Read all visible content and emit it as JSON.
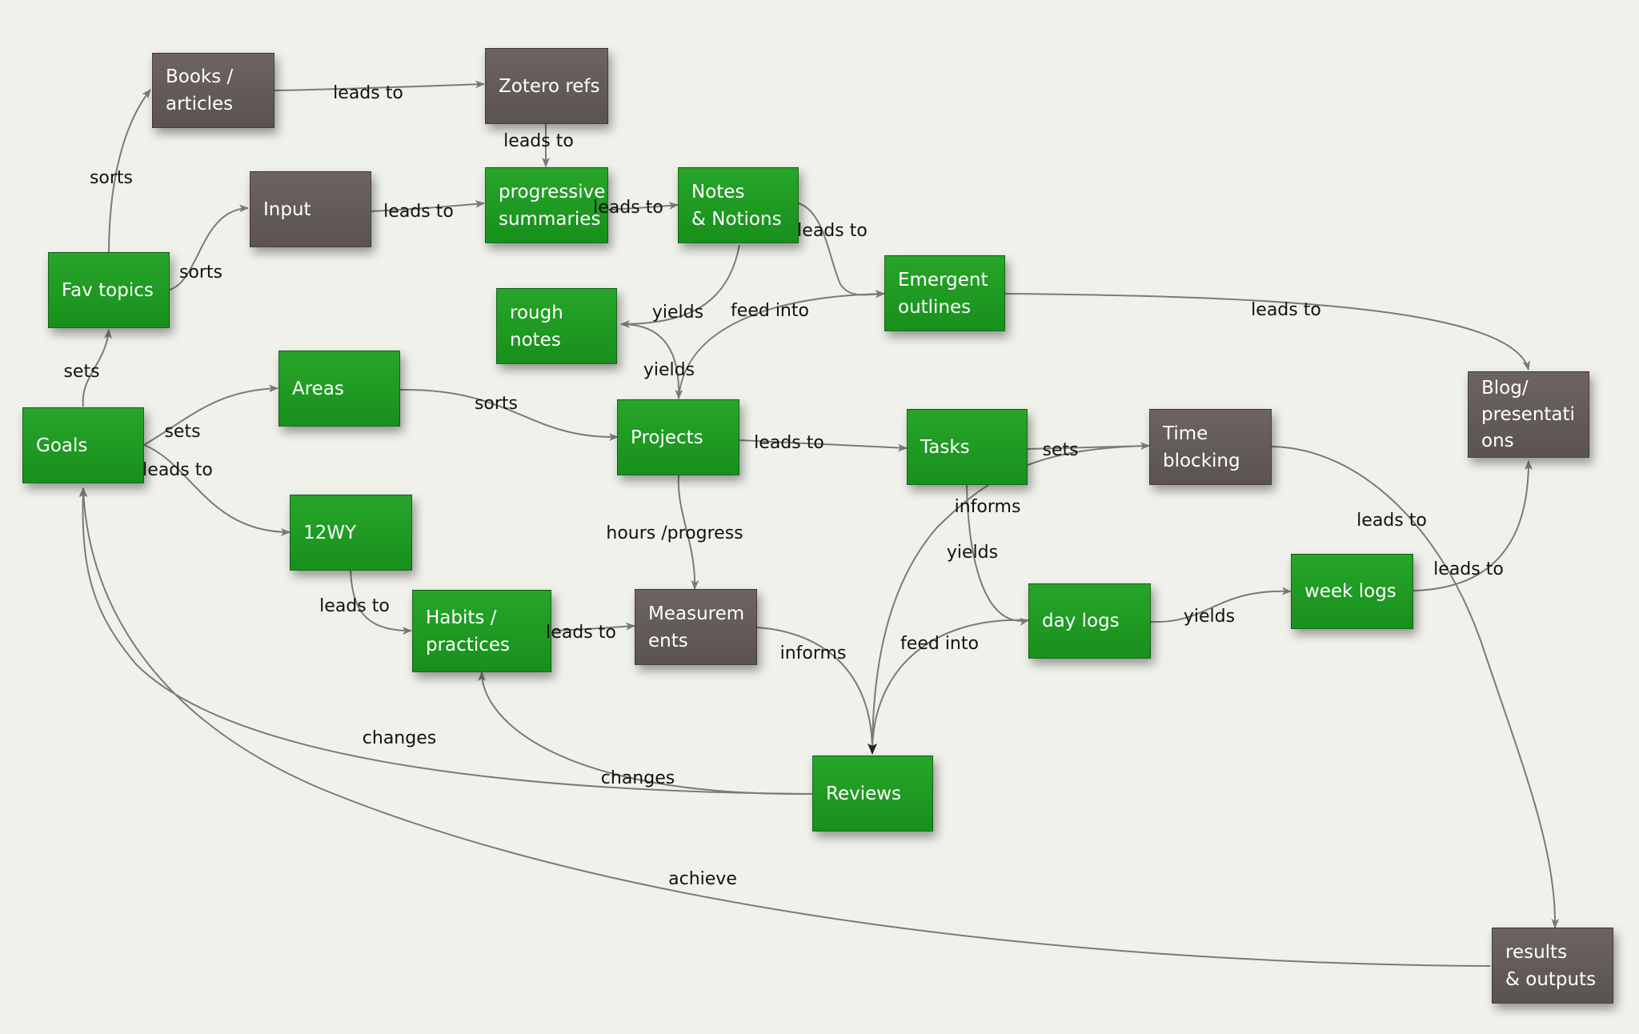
{
  "colors": {
    "green_node": "#1f9a23",
    "grey_node": "#625a57",
    "edge": "#7a7a7a",
    "background": "#f1f1ec"
  },
  "nodes": {
    "books": "Books /\narticles",
    "zotero": "Zotero refs",
    "input": "Input",
    "progressive": "progressive\nsummaries",
    "notes": "Notes\n& Notions",
    "fav": "Fav topics",
    "emergent": "Emergent\noutlines",
    "rough": "rough\nnotes",
    "blog": "Blog/\npresentati\nons",
    "goals": "Goals",
    "areas": "Areas",
    "projects": "Projects",
    "tasks": "Tasks",
    "time": "Time\nblocking",
    "wy": "12WY",
    "habits": "Habits /\npractices",
    "measure": "Measurem\nents",
    "daylogs": "day logs",
    "weeklogs": "week logs",
    "reviews": "Reviews",
    "results": "results\n& outputs"
  },
  "edges": {
    "books_zotero": "leads to",
    "zotero_progressive": "leads to",
    "fav_books": "sorts",
    "fav_input": "sorts",
    "input_progressive": "leads to",
    "progressive_notes": "leads to",
    "notes_emergent": "leads to",
    "notes_rough": "yields",
    "projects_emergent": "feed into",
    "rough_projects": "yields",
    "emergent_blog": "leads to",
    "goals_fav": "sets",
    "goals_areas": "sets",
    "goals_wy": "leads to",
    "areas_projects": "sorts",
    "projects_tasks": "leads to",
    "tasks_time": "sets",
    "projects_measure": "hours /progress",
    "tasks_reviews": "informs",
    "tasks_daylogs": "yields",
    "wy_habits": "leads to",
    "habits_measure": "leads to",
    "measure_reviews": "informs",
    "daylogs_reviews": "feed into",
    "daylogs_weeklogs": "yields",
    "time_results": "leads to",
    "weeklogs_blog": "leads to",
    "reviews_goals": "changes",
    "reviews_habits": "changes",
    "results_goals": "achieve"
  }
}
